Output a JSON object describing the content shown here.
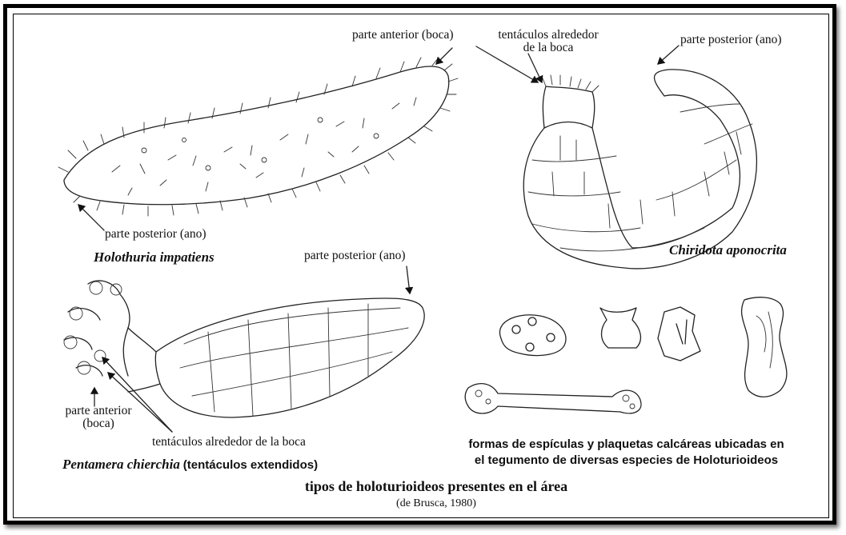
{
  "labels": {
    "holothuria_anterior": "parte anterior (boca)",
    "holothuria_posterior": "parte posterior (ano)",
    "holothuria_species": "Holothuria impatiens",
    "chiridota_tentacles_line1": "tentáculos alrededor",
    "chiridota_tentacles_line2": "de la boca",
    "chiridota_posterior": "parte posterior (ano)",
    "chiridota_species": "Chiridota aponocrita",
    "pentamera_posterior": "parte posterior (ano)",
    "pentamera_anterior_line1": "parte anterior",
    "pentamera_anterior_line2": "(boca)",
    "pentamera_tentacles": "tentáculos alrededor de la boca",
    "pentamera_species": "Pentamera chierchia",
    "pentamera_note": "(tentáculos extendidos)",
    "spicules_line1": "formas de espículas y plaquetas calcáreas ubicadas en",
    "spicules_line2": "el tegumento de diversas especies de Holoturioideos",
    "title": "tipos de holoturioideos presentes en el área",
    "source": "(de Brusca, 1980)"
  },
  "illustrations": [
    "holothuria-impatiens",
    "chiridota-aponocrita",
    "pentamera-chierchia",
    "spicules"
  ],
  "colors": {
    "ink": "#111111",
    "background": "#ffffff",
    "frame": "#000000"
  }
}
